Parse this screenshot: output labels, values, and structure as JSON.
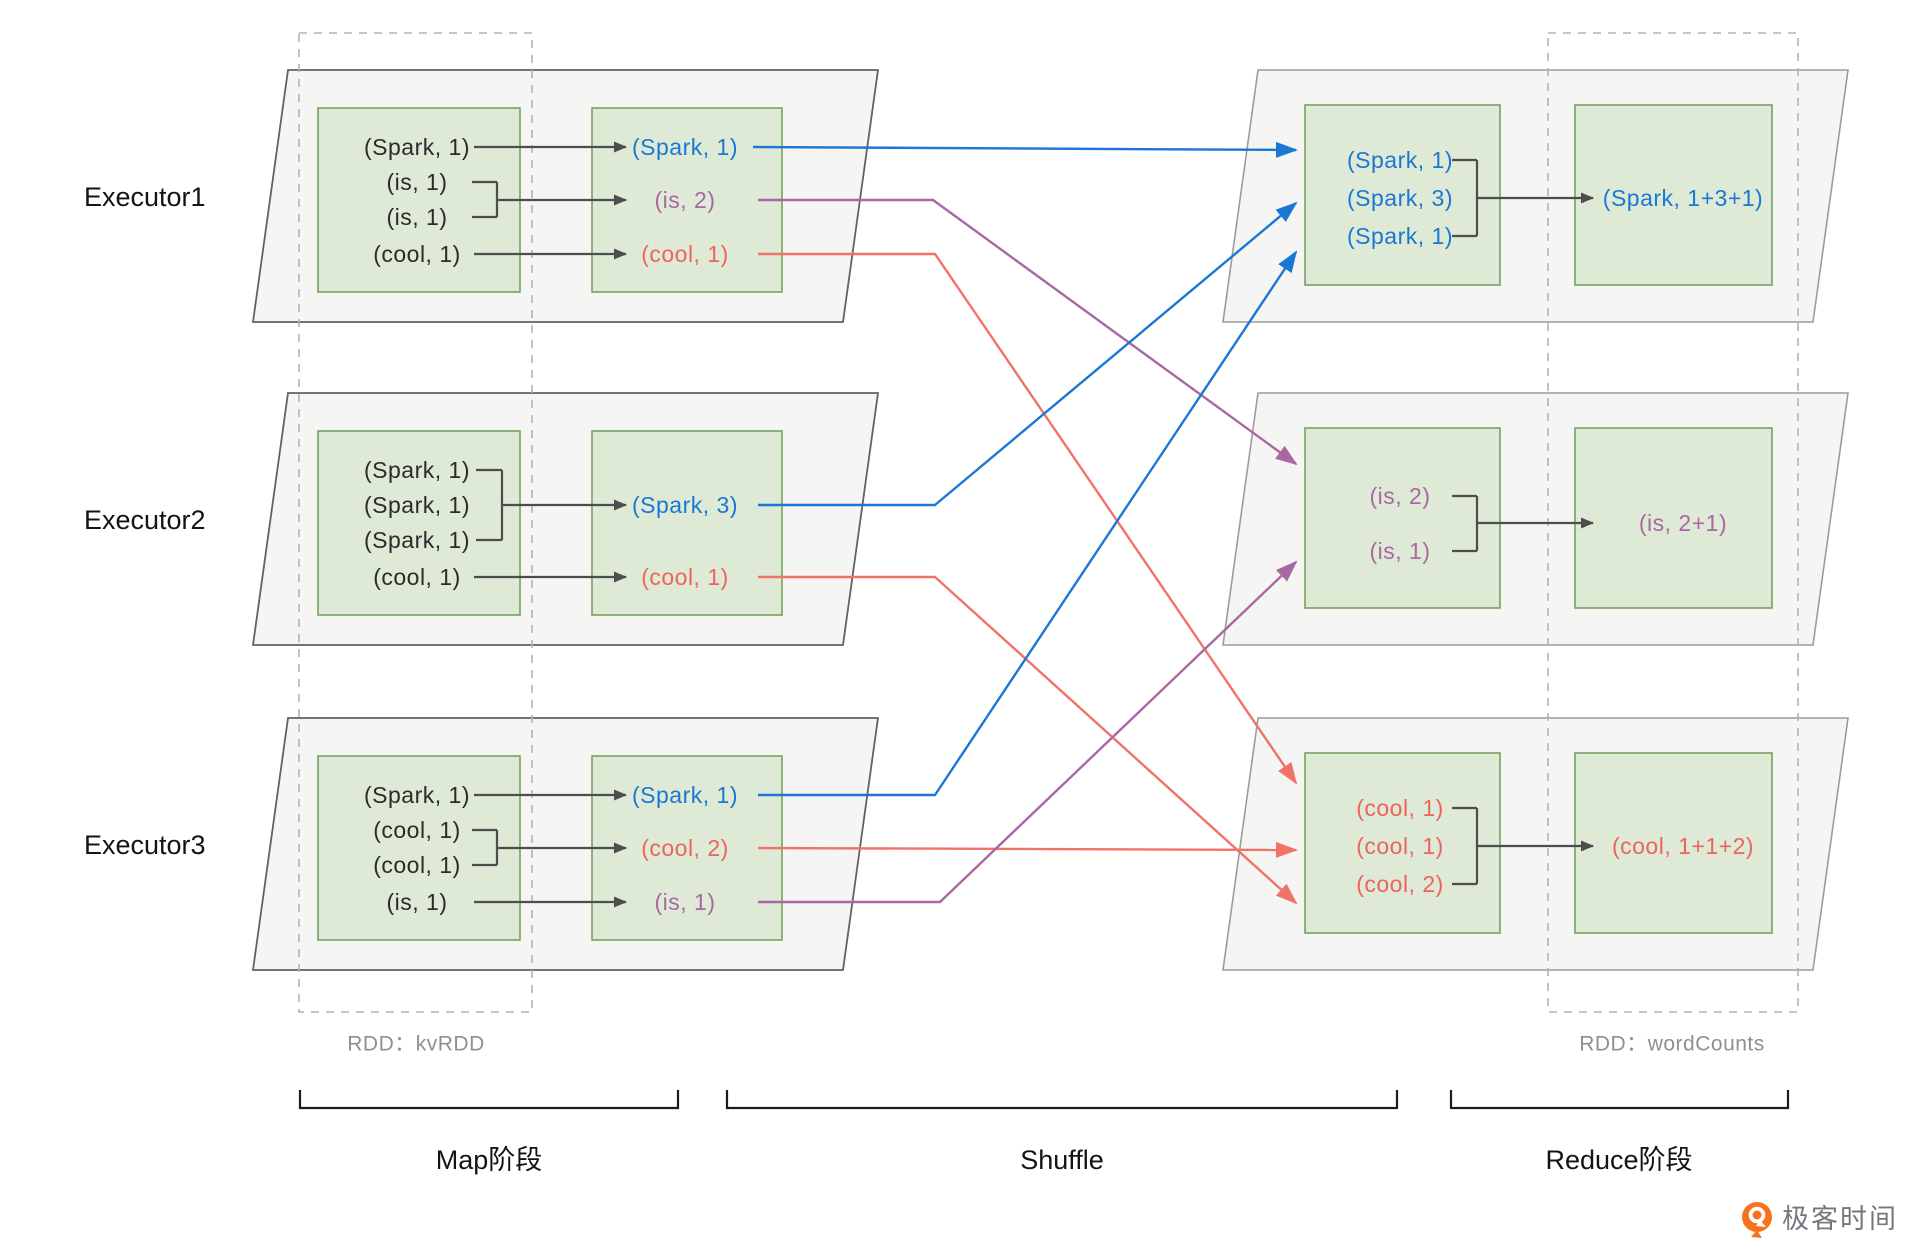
{
  "colors": {
    "blue": "#1B78D2",
    "purple": "#A968A2",
    "red": "#EE645C",
    "green_fill": "#DEE9D6",
    "green_border": "#74A35F",
    "panel_fill": "#F5F5F4",
    "panel_border_dark": "#626262",
    "panel_border_light": "#9C9C9C",
    "dashed_border": "#B4B4B4",
    "arrow_gray": "#4D4D4D",
    "label_gray": "#8C9096",
    "logo_orange": "#F4731C"
  },
  "map": {
    "rdd_label": "RDD：kvRDD",
    "executors": [
      {
        "label": "Executor1",
        "inputs": [
          "(Spark, 1)",
          "(is, 1)",
          "(is, 1)",
          "(cool, 1)"
        ],
        "outputs": [
          "(Spark, 1)",
          "(is, 2)",
          "(cool, 1)"
        ]
      },
      {
        "label": "Executor2",
        "inputs": [
          "(Spark, 1)",
          "(Spark, 1)",
          "(Spark, 1)",
          "(cool, 1)"
        ],
        "outputs": [
          "(Spark, 3)",
          "(cool, 1)"
        ]
      },
      {
        "label": "Executor3",
        "inputs": [
          "(Spark, 1)",
          "(cool, 1)",
          "(cool, 1)",
          "(is, 1)"
        ],
        "outputs": [
          "(Spark, 1)",
          "(cool, 2)",
          "(is, 1)"
        ]
      }
    ]
  },
  "reduce": {
    "rdd_label": "RDD：wordCounts",
    "partitions": [
      {
        "inputs": [
          "(Spark, 1)",
          "(Spark, 3)",
          "(Spark, 1)"
        ],
        "output": "(Spark, 1+3+1)"
      },
      {
        "inputs": [
          "(is, 2)",
          "(is, 1)"
        ],
        "output": "(is, 2+1)"
      },
      {
        "inputs": [
          "(cool, 1)",
          "(cool, 1)",
          "(cool, 2)"
        ],
        "output": "(cool, 1+1+2)"
      }
    ]
  },
  "stages": {
    "map": "Map阶段",
    "shuffle": "Shuffle",
    "reduce": "Reduce阶段"
  },
  "logo": {
    "text": "极客时间"
  }
}
